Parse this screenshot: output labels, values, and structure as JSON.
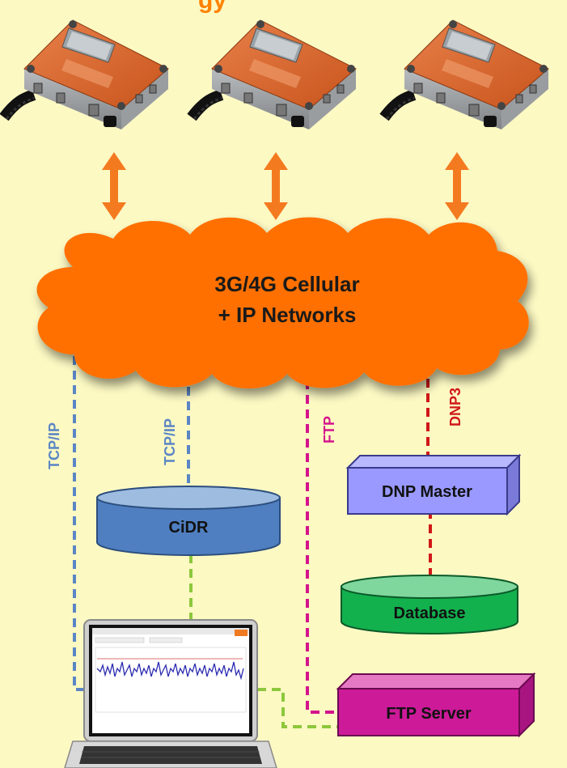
{
  "header_partial": "gy",
  "cloud": {
    "line1": "3G/4G Cellular",
    "line2": "+ IP Networks"
  },
  "links": {
    "tcp_left": "TCP/IP",
    "tcp_cidr": "TCP/IP",
    "ftp": "FTP",
    "dnp3": "DNP3"
  },
  "nodes": {
    "cidr": "CiDR",
    "dnp_master": "DNP Master",
    "database": "Database",
    "ftp_server": "FTP Server"
  },
  "colors": {
    "background": "#fdf9c3",
    "cloud": "#ff6f00",
    "arrow": "#f47a20",
    "tcp_link": "#5b86c5",
    "ftp_link": "#d4148c",
    "dnp3_link": "#d01818",
    "local_link": "#8dc83c",
    "cidr": "#4f7fc0",
    "dnp_master": "#9999ff",
    "database": "#13b04e",
    "ftp_server": "#cc1a99",
    "device": "#d86028"
  },
  "icons": [
    "recorder-device-icon",
    "laptop-icon"
  ]
}
